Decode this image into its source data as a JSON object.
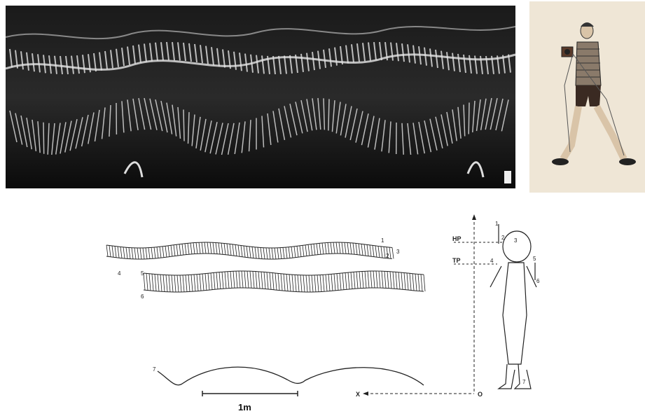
{
  "diagram": {
    "markers": [
      "1",
      "2",
      "3",
      "4",
      "5",
      "6",
      "7"
    ],
    "hp_label": "HP",
    "tp_label": "TP",
    "x_axis": "X",
    "origin": "O",
    "scale_label": "1m",
    "fig_markers": [
      "1",
      "2",
      "3",
      "4",
      "5",
      "6",
      "7"
    ]
  }
}
